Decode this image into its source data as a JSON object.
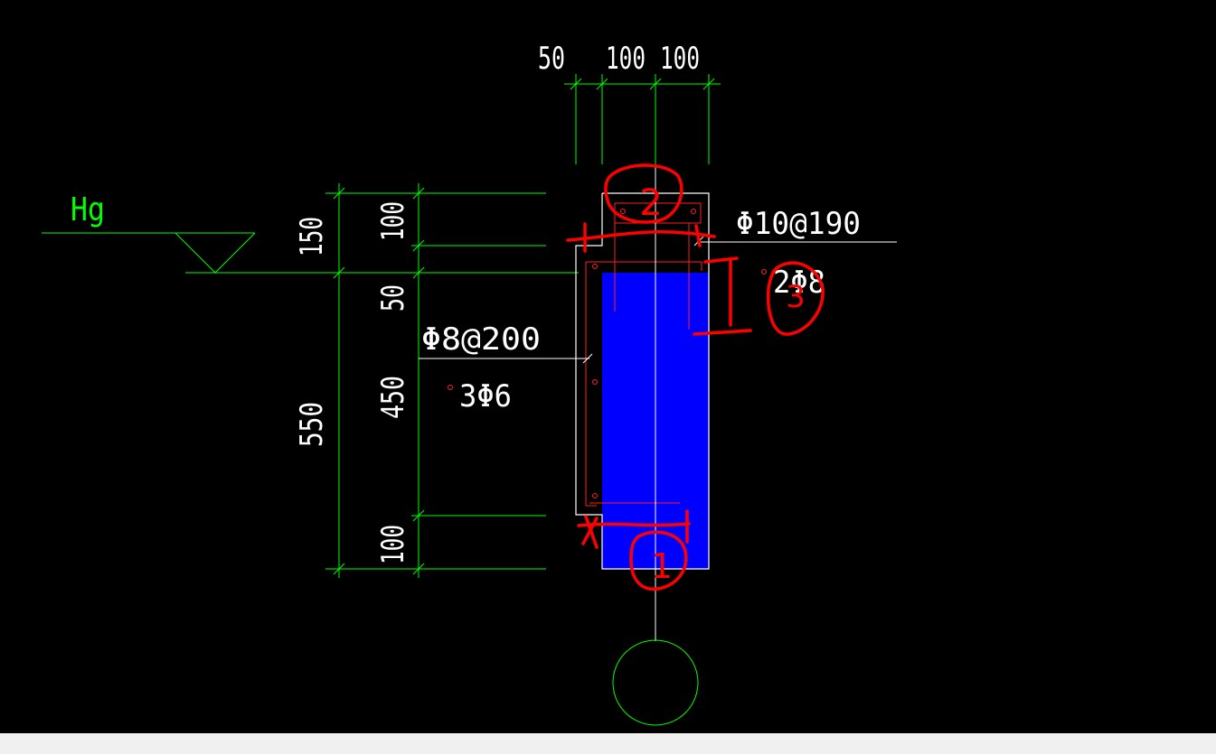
{
  "colors": {
    "background": "#000000",
    "dimension": "#00ff00",
    "outline": "#ffffff",
    "fill": "#0000ff",
    "markup": "#ff0000",
    "rebar": "#ff2020",
    "statusbar": "#f0f0f0"
  },
  "drawing": {
    "top_dims": [
      "50",
      "100",
      "100"
    ],
    "left_outer_dims": [
      "150",
      "550"
    ],
    "left_inner_dims": [
      "100",
      "50",
      "450",
      "100"
    ],
    "level_label": "Hg",
    "callouts": {
      "top_stirrup": "Φ10@190",
      "top_bars": "2Φ8",
      "side_stirrup": "Φ8@200",
      "side_bars": "3Φ6"
    },
    "markup_numbers": [
      "1",
      "2",
      "3"
    ]
  }
}
